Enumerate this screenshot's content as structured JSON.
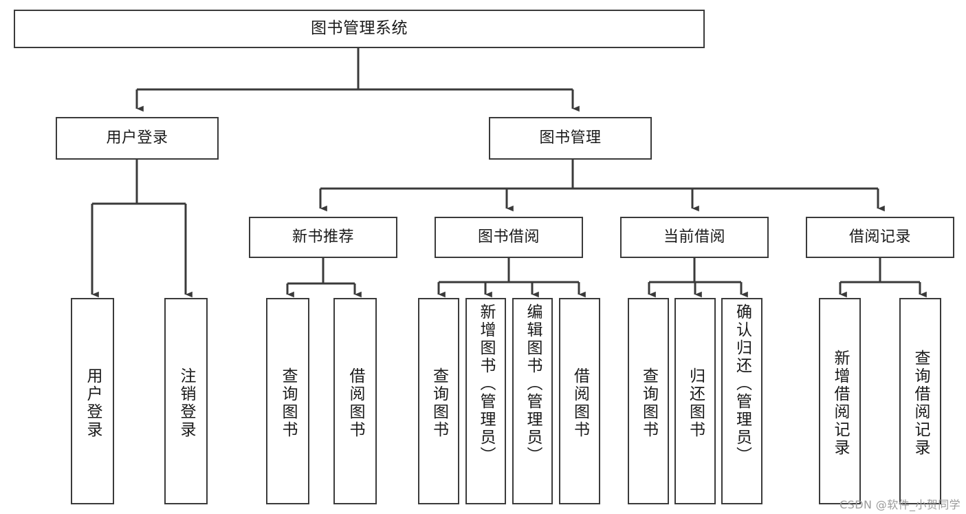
{
  "diagram": {
    "title": "图书管理系统",
    "watermark": "CSDN @软件_小贺同学",
    "line_color": "#3a3a3a",
    "box_fill": "#ffffff",
    "text_color": "#1a1a1a",
    "levels": {
      "root": {
        "label": "图书管理系统"
      },
      "level2": [
        {
          "label": "用户登录"
        },
        {
          "label": "图书管理"
        }
      ],
      "level3": [
        {
          "label": "新书推荐"
        },
        {
          "label": "图书借阅"
        },
        {
          "label": "当前借阅"
        },
        {
          "label": "借阅记录"
        }
      ],
      "leaves": {
        "user_login_group": [
          {
            "label": "用户登录"
          },
          {
            "label": "注销登录"
          }
        ],
        "new_book_group": [
          {
            "label": "查询图书"
          },
          {
            "label": "借阅图书"
          }
        ],
        "borrow_group": [
          {
            "label": "查询图书"
          },
          {
            "label": "新增图书（管理员）"
          },
          {
            "label": "编辑图书（管理员）"
          },
          {
            "label": "借阅图书"
          }
        ],
        "current_borrow_group": [
          {
            "label": "查询图书"
          },
          {
            "label": "归还图书"
          },
          {
            "label": "确认归还（管理员）"
          }
        ],
        "record_group": [
          {
            "label": "新增借阅记录"
          },
          {
            "label": "查询借阅记录"
          }
        ]
      }
    }
  }
}
